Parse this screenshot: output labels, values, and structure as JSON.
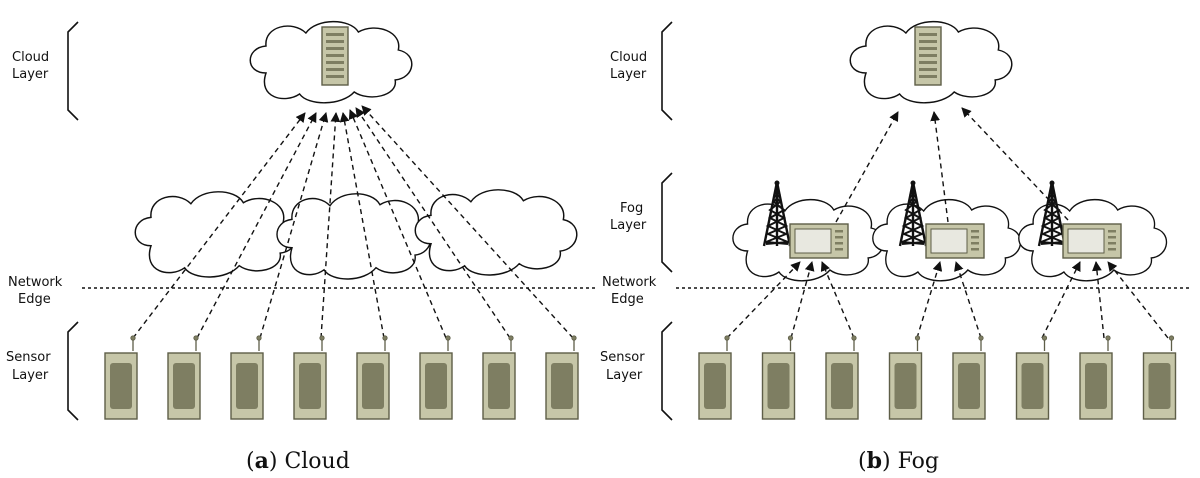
{
  "panel_a": {
    "labels": {
      "cloud": [
        "Cloud",
        "Layer"
      ],
      "network": [
        "Network",
        "Edge"
      ],
      "sensor": [
        "Sensor",
        "Layer"
      ]
    },
    "caption_letter": "a",
    "caption_text": "Cloud",
    "sensor_count": 8
  },
  "panel_b": {
    "labels": {
      "cloud": [
        "Cloud",
        "Layer"
      ],
      "fog": [
        "Fog",
        "Layer"
      ],
      "network": [
        "Network",
        "Edge"
      ],
      "sensor": [
        "Sensor",
        "Layer"
      ]
    },
    "caption_letter": "b",
    "caption_text": "Fog",
    "sensor_count": 8,
    "fog_node_count": 3
  },
  "colors": {
    "device_body": "#c6c6a8",
    "device_screen": "#7e7e62",
    "device_edge": "#5e5e48",
    "tower": "#111111",
    "fog_screen": "#e8e8e0"
  },
  "icons": {
    "server": "server-icon",
    "sensor": "sensor-device-icon",
    "tower": "radio-tower-icon",
    "gateway": "fog-gateway-icon",
    "cloud": "cloud-icon"
  }
}
